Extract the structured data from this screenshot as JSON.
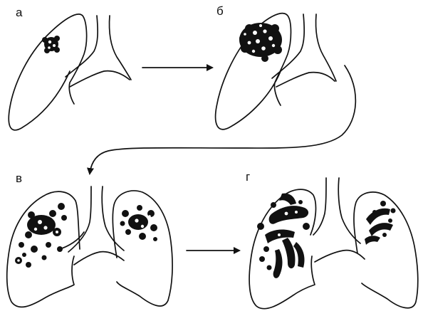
{
  "panels": [
    {
      "key": "a",
      "label": "а"
    },
    {
      "key": "b",
      "label": "б"
    },
    {
      "key": "v",
      "label": "в"
    },
    {
      "key": "g",
      "label": "г"
    }
  ],
  "colors": {
    "ink": "#111111",
    "background": "#ffffff"
  }
}
